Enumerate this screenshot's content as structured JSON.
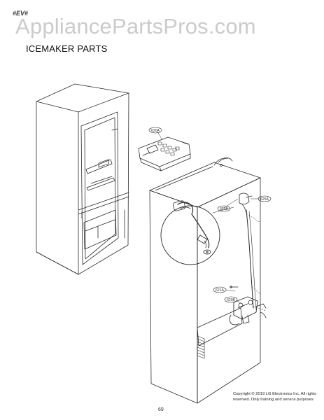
{
  "header": {
    "model_code": "#EV#",
    "watermark": "AppliancePartsPros.com",
    "section_title": "ICEMAKER PARTS"
  },
  "callouts": [
    {
      "id": "c1",
      "label": "620A"
    },
    {
      "id": "c2",
      "label": "625A"
    },
    {
      "id": "c3",
      "label": "625B"
    },
    {
      "id": "c4",
      "label": "621A"
    },
    {
      "id": "c5",
      "label": "620B"
    }
  ],
  "footer": {
    "copyright": "Copyright © 2019 LG Electronics Inc. All rights reserved. Only training and service purposes",
    "page_number": "69"
  },
  "colors": {
    "line": "#2a2a2a",
    "watermark": "#a0a0a0",
    "background": "#ffffff"
  }
}
